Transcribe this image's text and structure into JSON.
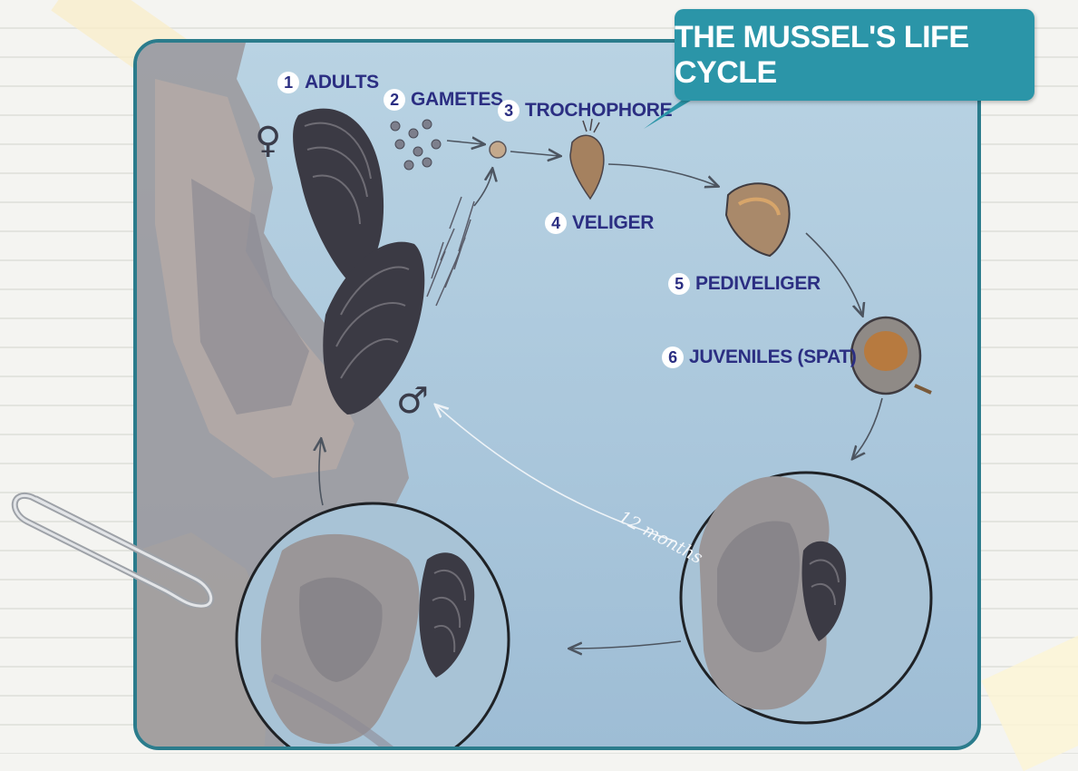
{
  "title": "THE MUSSEL'S LIFE CYCLE",
  "stages": [
    {
      "number": "1",
      "label": "ADULTS"
    },
    {
      "number": "2",
      "label": "GAMETES"
    },
    {
      "number": "3",
      "label": "TROCHOPHORE"
    },
    {
      "number": "4",
      "label": "VELIGER"
    },
    {
      "number": "5",
      "label": "PEDIVELIGER"
    },
    {
      "number": "6",
      "label": "JUVENILES (SPAT)"
    }
  ],
  "duration_label": "12 months",
  "symbols": {
    "female": "♀",
    "male": "♂"
  },
  "icons": [
    "paperclip-icon",
    "female-symbol-icon",
    "male-symbol-icon"
  ],
  "colors": {
    "accent": "#2b95a8",
    "stage_text": "#2b2e82",
    "water": "#b9d3e3"
  }
}
